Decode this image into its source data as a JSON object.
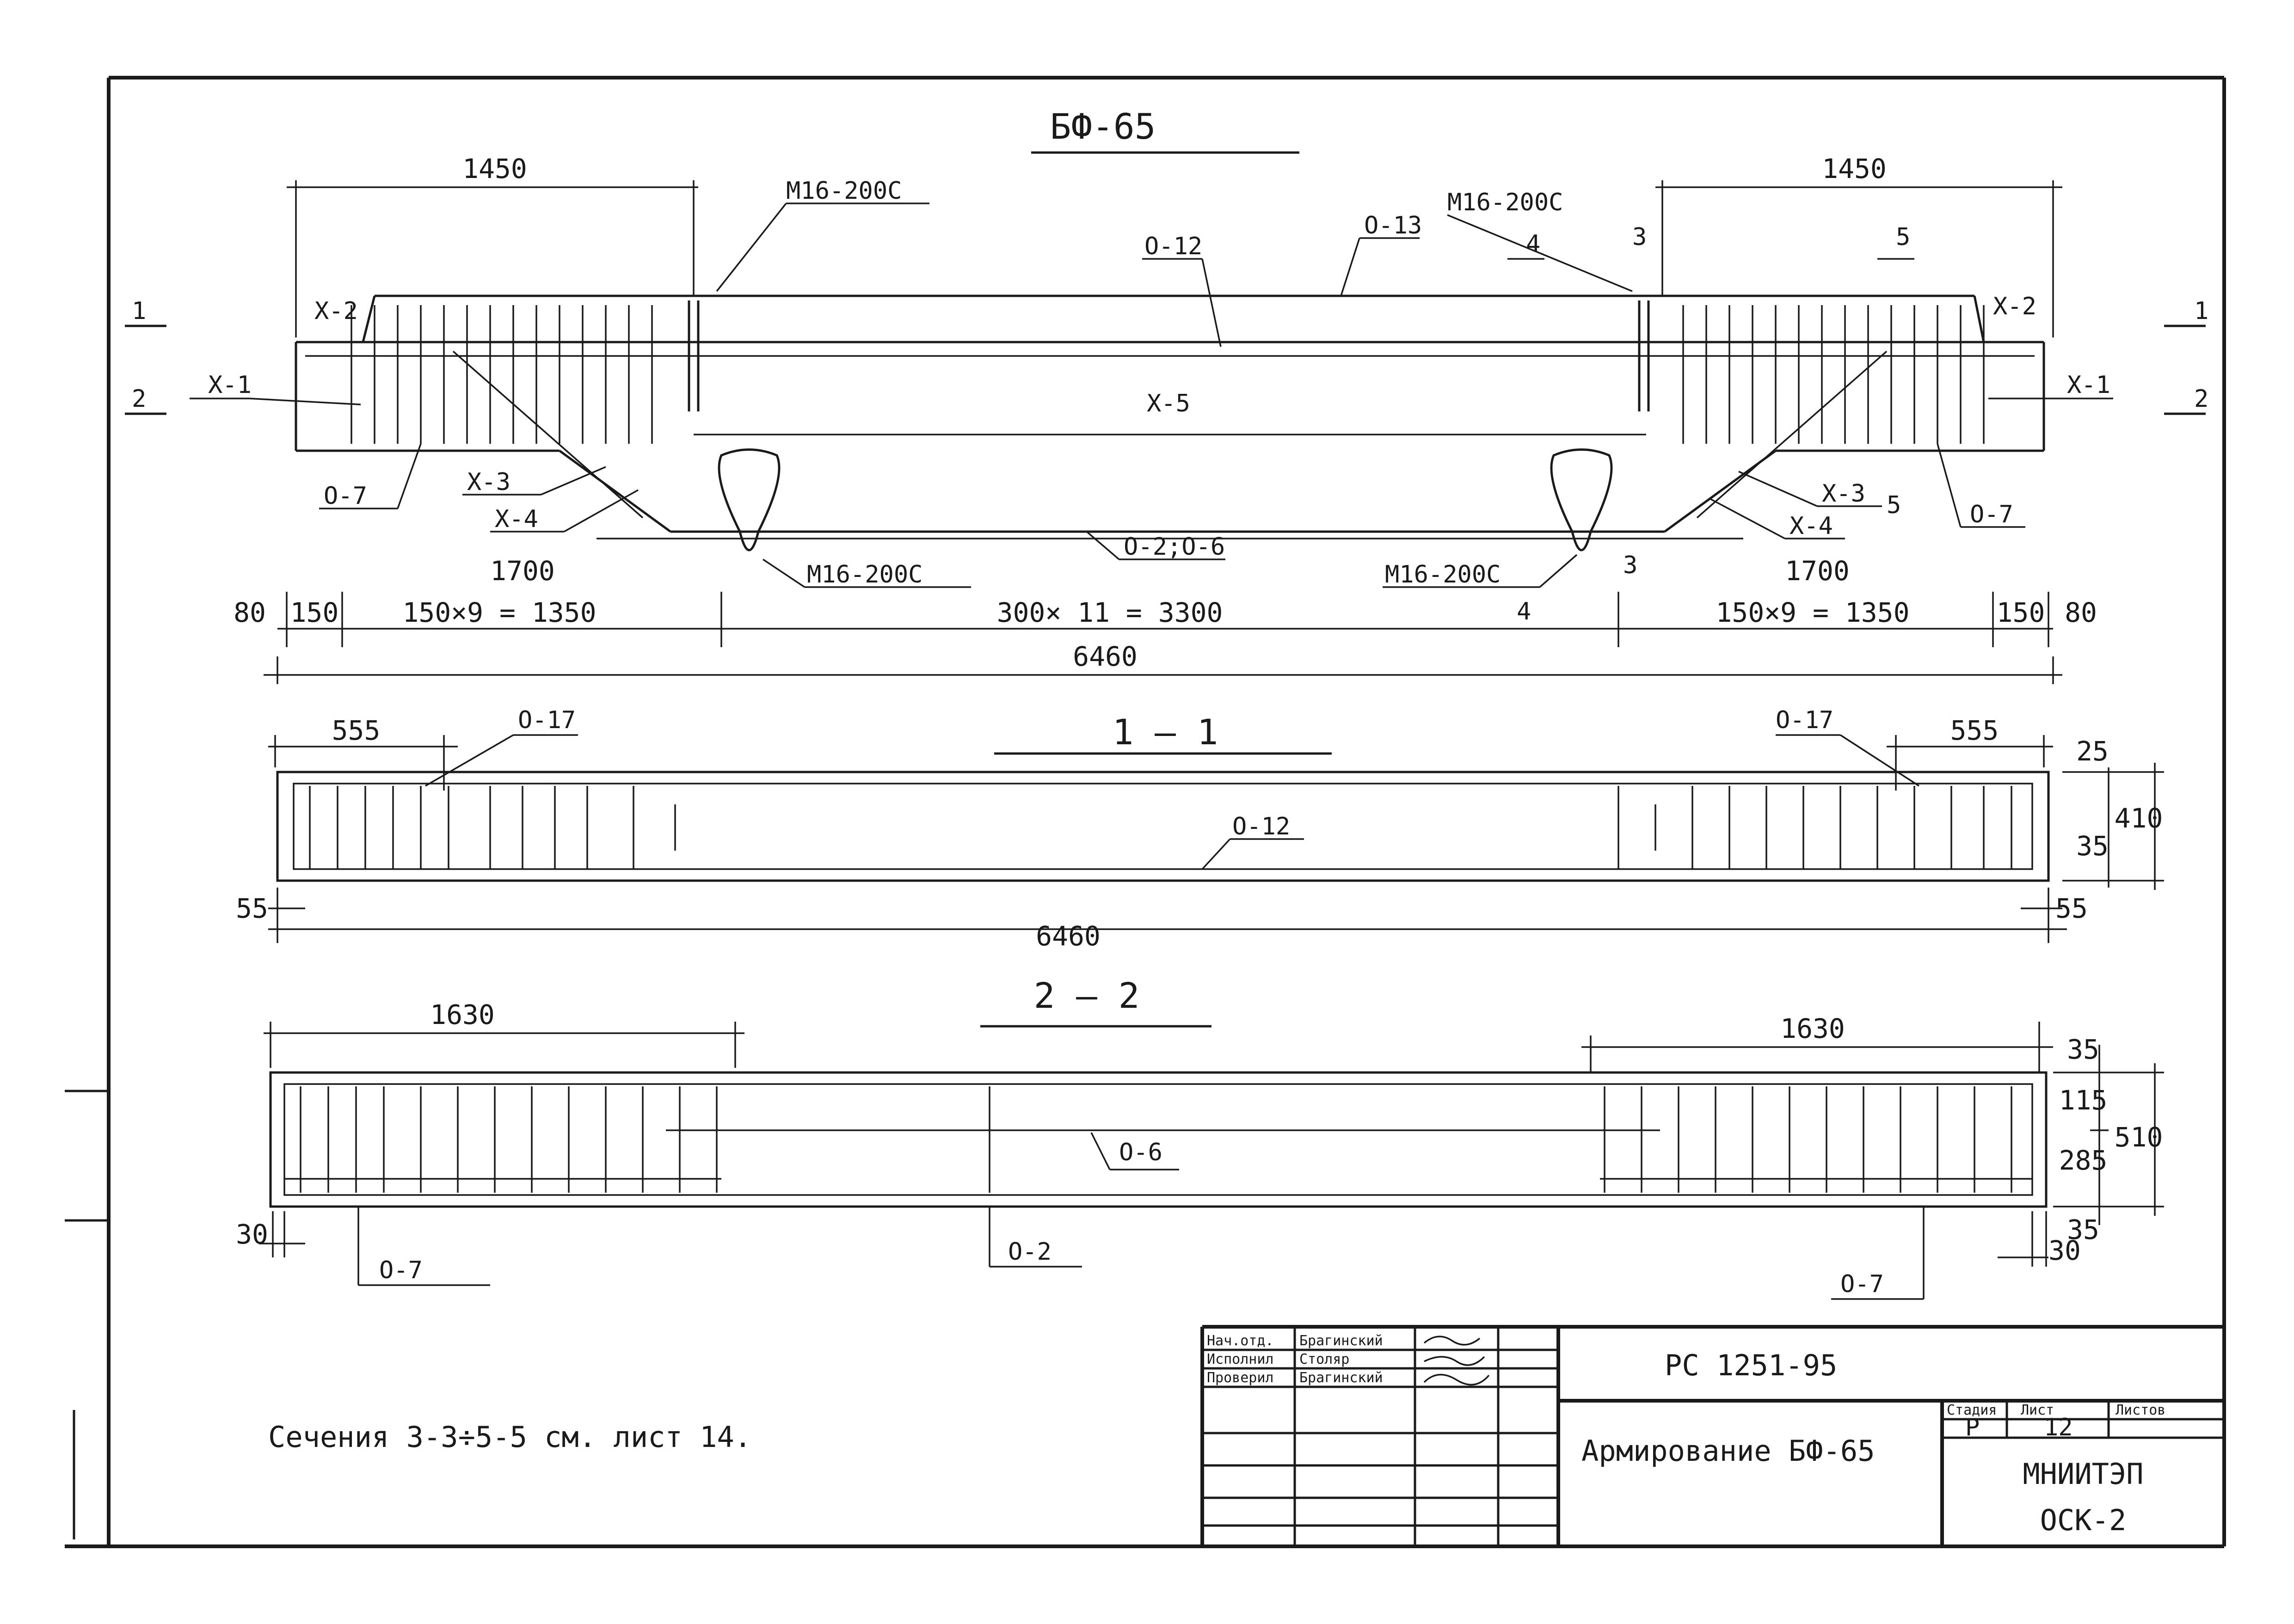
{
  "drawing": {
    "title": "БФ-65",
    "elevation": {
      "dims_top": [
        "1450",
        "1450"
      ],
      "anchors": [
        "М16-200С",
        "М16-200С",
        "М16-200С",
        "М16-200С"
      ],
      "bars": {
        "o13": "О-13",
        "o12": "О-12",
        "x5": "Х-5",
        "x2_left": "Х-2",
        "x2_right": "Х-2",
        "x1_left": "Х-1",
        "x1_right": "Х-1",
        "o7_left": "О-7",
        "o7_right": "О-7",
        "x3_left": "Х-3",
        "x4_left": "Х-4",
        "x3_right": "Х-3",
        "x4_right": "Х-4",
        "o2o6": "О-2;О-6"
      },
      "section_marks": {
        "s1_left": "1",
        "s2_left": "2",
        "s1_right": "1",
        "s2_right": "2",
        "s3_top": "3",
        "s4_top": "4",
        "s5_top": "5",
        "s5_right": "5",
        "s3_bottom": "3",
        "s4_bottom": "4"
      },
      "dims_bottom": {
        "d1700_left": "1700",
        "d1700_right": "1700",
        "d80_left": "80",
        "d150_left": "150",
        "span_left": "150×9 = 1350",
        "span_mid": "300× 11 = 3300",
        "span_right": "150×9 = 1350",
        "d150_right": "150",
        "d80_right": "80",
        "total": "6460"
      }
    },
    "section_1_1": {
      "title": "1 — 1",
      "d555_left": "555",
      "d555_right": "555",
      "o17_left": "О-17",
      "o17_right": "О-17",
      "o12": "О-12",
      "d55_left": "55",
      "d55_right": "55",
      "total": "6460",
      "d25": "25",
      "d35": "35",
      "d410": "410"
    },
    "section_2_2": {
      "title": "2 — 2",
      "d1630_left": "1630",
      "d1630_right": "1630",
      "o6": "О-6",
      "o2": "О-2",
      "o7_left": "О-7",
      "o7_right": "О-7",
      "d30_left": "30",
      "d30_right": "30",
      "d35_top": "35",
      "d115": "115",
      "d285": "285",
      "d35_bottom": "35",
      "d510": "510"
    },
    "note": "Сечения 3-3÷5-5 см. лист 14."
  },
  "title_block": {
    "roles": [
      "Нач.отд.",
      "Исполнил",
      "Проверил"
    ],
    "names": [
      "Брагинский",
      "Столяр",
      "Брагинский"
    ],
    "code": "РС 1251-95",
    "sheet_title": "Армирование БФ-65",
    "col_headers": [
      "Стадия",
      "Лист",
      "Листов"
    ],
    "stage": "Р",
    "sheet_no": "12",
    "org": "МНИИТЭП",
    "dept": "ОСК-2"
  }
}
